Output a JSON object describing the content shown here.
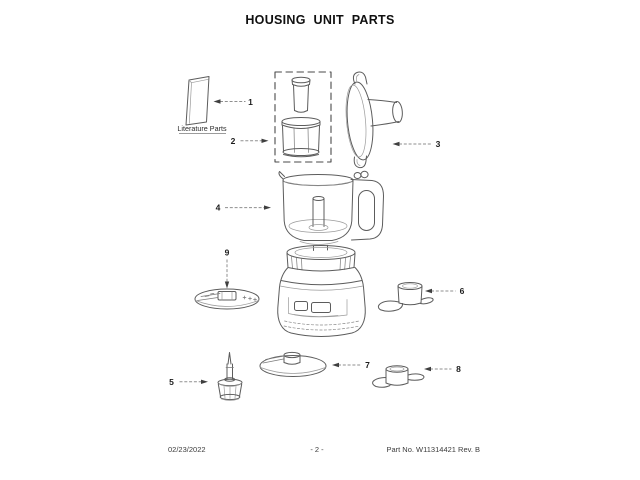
{
  "page": {
    "title": "HOUSING UNIT PARTS",
    "footer": {
      "date": "02/23/2022",
      "page_number": "- 2 -",
      "part_no": "Part No. W11314421  Rev. B"
    }
  },
  "diagram": {
    "literature_label": "Literature Parts",
    "callouts": [
      {
        "num": "1",
        "part": "literature-booklet"
      },
      {
        "num": "2",
        "part": "pusher-assembly"
      },
      {
        "num": "3",
        "part": "work-bowl-lid-with-feed-tube"
      },
      {
        "num": "4",
        "part": "work-bowl"
      },
      {
        "num": "5",
        "part": "adapter-drive-shaft"
      },
      {
        "num": "6",
        "part": "multipurpose-blade"
      },
      {
        "num": "7",
        "part": "shredding-disc"
      },
      {
        "num": "8",
        "part": "dough-blade"
      },
      {
        "num": "9",
        "part": "slicing-disc"
      }
    ]
  }
}
